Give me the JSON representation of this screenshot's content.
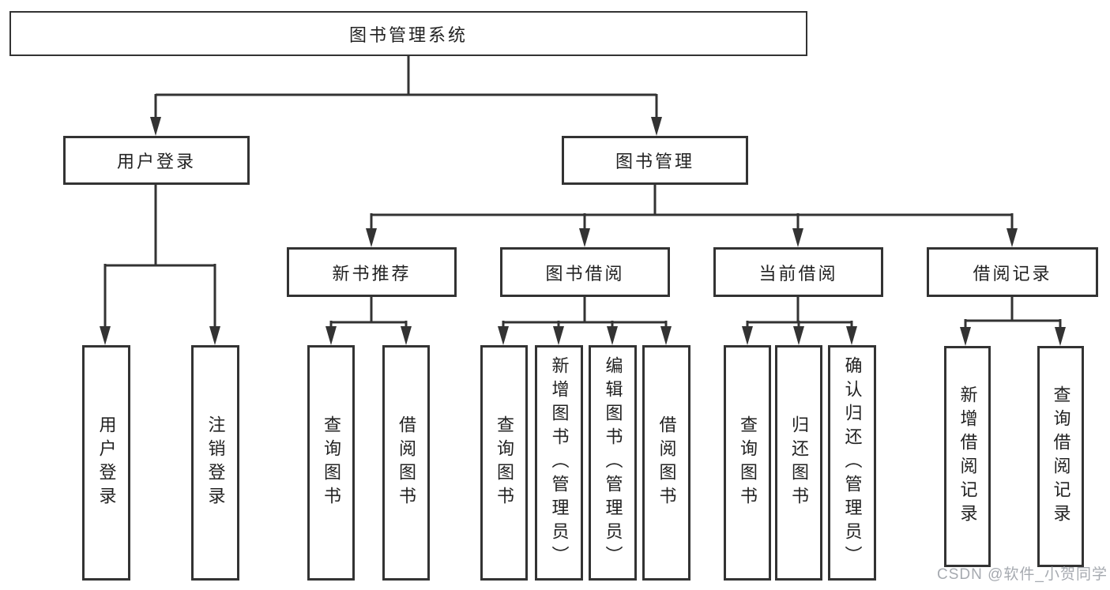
{
  "watermark": "CSDN @软件_小贺同学",
  "colors": {
    "line": "#333333",
    "text": "#222222",
    "background": "#ffffff",
    "watermark": "#9ea3a9"
  },
  "tree": {
    "root": "图书管理系统",
    "branches": [
      {
        "label": "用户登录",
        "children": [
          {
            "label": "用户登录"
          },
          {
            "label": "注销登录"
          }
        ]
      },
      {
        "label": "图书管理",
        "children": [
          {
            "label": "新书推荐",
            "children": [
              {
                "label": "查询图书"
              },
              {
                "label": "借阅图书"
              }
            ]
          },
          {
            "label": "图书借阅",
            "children": [
              {
                "label": "查询图书"
              },
              {
                "label": "新增图书（管理员）"
              },
              {
                "label": "编辑图书（管理员）"
              },
              {
                "label": "借阅图书"
              }
            ]
          },
          {
            "label": "当前借阅",
            "children": [
              {
                "label": "查询图书"
              },
              {
                "label": "归还图书"
              },
              {
                "label": "确认归还（管理员）"
              }
            ]
          },
          {
            "label": "借阅记录",
            "children": [
              {
                "label": "新增借阅记录"
              },
              {
                "label": "查询借阅记录"
              }
            ]
          }
        ]
      }
    ]
  }
}
